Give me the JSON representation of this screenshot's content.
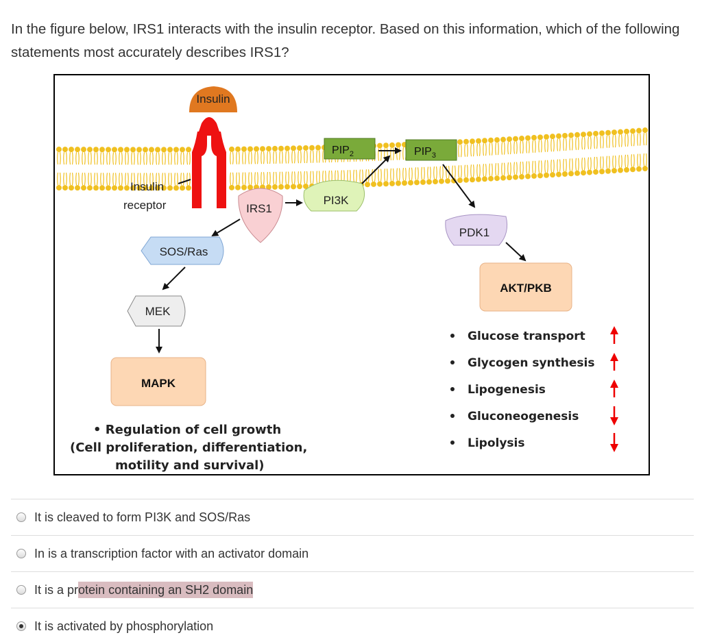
{
  "question": {
    "text": "In the figure below, IRS1 interacts with the insulin receptor. Based on this information, which of the following statements most accurately describes IRS1?"
  },
  "figure": {
    "insulin": "Insulin",
    "insulin_receptor_line1": "Insulin",
    "insulin_receptor_line2": "receptor",
    "irs1": "IRS1",
    "pi3k": "PI3K",
    "pip2": "PIP",
    "pip2_sub": "2",
    "pip3": "PIP",
    "pip3_sub": "3",
    "pdk1": "PDK1",
    "akt": "AKT/PKB",
    "sos_ras": "SOS/Ras",
    "mek": "MEK",
    "mapk": "MAPK",
    "growth_line1": "• Regulation of cell growth",
    "growth_line2": "(Cell proliferation, differentiation,",
    "growth_line3": "motility and survival)",
    "effects": [
      {
        "label": "Glucose transport",
        "direction": "up"
      },
      {
        "label": "Glycogen synthesis",
        "direction": "up"
      },
      {
        "label": "Lipogenesis",
        "direction": "up"
      },
      {
        "label": "Gluconeogenesis",
        "direction": "down"
      },
      {
        "label": "Lipolysis",
        "direction": "down"
      }
    ],
    "colors": {
      "membrane": "#f0c020",
      "receptor": "#ee1111",
      "insulin": "#e07820",
      "pip_box": "#7aaa3a",
      "pi3k": "#dff3b8",
      "irs1": "#f9d0d3",
      "pdk1": "#e4d8f1",
      "akt_mapk": "#fdd7b4",
      "sos_ras": "#c6dcf4",
      "mek": "#eeeeee",
      "effect_arrow": "#ee0000"
    }
  },
  "options": [
    {
      "prefix": "It is cleaved to form PI3K and SOS/Ras",
      "highlight": "",
      "selected": false
    },
    {
      "prefix": "In is a transcription factor with an activator domain",
      "highlight": "",
      "selected": false
    },
    {
      "prefix": "It is a pr",
      "highlight": "otein containing an SH2 domain",
      "selected": false
    },
    {
      "prefix": "It is activated by phosphorylation",
      "highlight": "",
      "selected": true
    }
  ]
}
